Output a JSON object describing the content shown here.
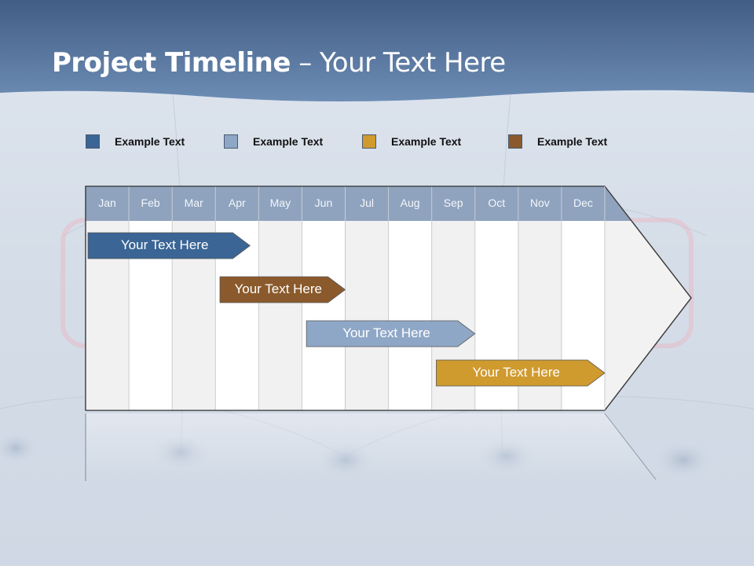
{
  "title": {
    "bold": "Project Timeline",
    "rest": " – Your Text Here"
  },
  "legend": [
    {
      "label": "Example Text",
      "color": "#3a6595"
    },
    {
      "label": "Example Text",
      "color": "#8fa7c6"
    },
    {
      "label": "Example Text",
      "color": "#cf9a2e"
    },
    {
      "label": "Example Text",
      "color": "#8a5a2c"
    }
  ],
  "months": [
    "Jan",
    "Feb",
    "Mar",
    "Apr",
    "May",
    "Jun",
    "Jul",
    "Aug",
    "Sep",
    "Oct",
    "Nov",
    "Dec"
  ],
  "tasks": [
    {
      "label": "Your  Text Here",
      "color": "#3a6595",
      "start_month": 1.0,
      "end_month": 4.8
    },
    {
      "label": "Your  Text Here",
      "color": "#8a5a2c",
      "start_month": 4.05,
      "end_month": 7.0
    },
    {
      "label": "Your  Text Here",
      "color": "#8fa7c6",
      "start_month": 6.05,
      "end_month": 10.0
    },
    {
      "label": "Your  Text Here",
      "color": "#cf9a2e",
      "start_month": 9.05,
      "end_month": 13.0
    }
  ],
  "colors": {
    "header": "#5d7ea8",
    "month_header": "#8fa3be",
    "column_light": "#f1f1f1",
    "column_white": "#ffffff"
  }
}
